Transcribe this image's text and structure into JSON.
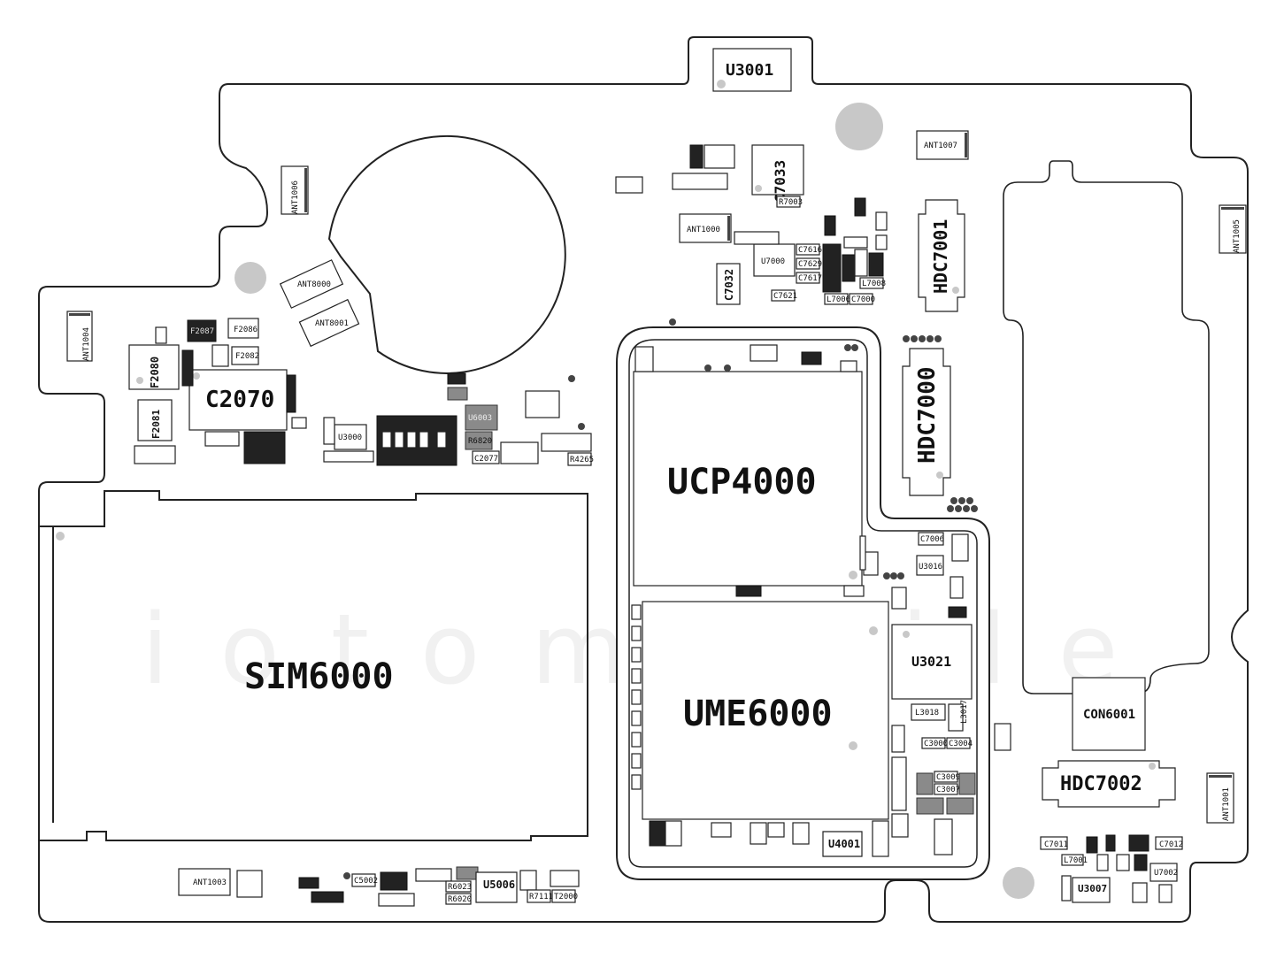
{
  "watermark": "iotomobile",
  "labels": {
    "u3001": "U3001",
    "sim6000": "SIM6000",
    "ucp4000": "UCP4000",
    "ume6000": "UME6000",
    "c2070": "C2070",
    "hdc7000": "HDC7000",
    "hdc7001": "HDC7001",
    "hdc7002": "HDC7002",
    "con6001": "CON6001",
    "u3021": "U3021",
    "c7033": "C7033",
    "c7032": "C7032",
    "u7000": "U7000",
    "f2080": "F2080",
    "f2081": "F2081",
    "u5006": "U5006",
    "u4001": "U4001",
    "u3007": "U3007",
    "u3016": "U3016",
    "u3000": "U3000",
    "l3018": "L3018",
    "ant1000": "ANT1000",
    "ant1001": "ANT1001",
    "ant1003": "ANT1003",
    "ant1004": "ANT1004",
    "ant1005": "ANT1005",
    "ant1006": "ANT1006",
    "ant1007": "ANT1007",
    "ant8000": "ANT8000",
    "ant8001": "ANT8001",
    "c7616": "C7616",
    "c7629": "C7629",
    "c7617": "C7617",
    "c7621": "C7621",
    "c7000": "C7000",
    "l7006": "L7006",
    "l7008": "L7008",
    "r7003": "R7003",
    "c7006": "C7006",
    "c7011": "C7011",
    "c7012": "C7012",
    "u7002": "U7002",
    "l7001": "L7001",
    "f2086": "F2086",
    "f2082": "F2082",
    "f2087": "F2087",
    "c2077": "C2077",
    "r4265": "R4265",
    "r6820": "R6820",
    "u6003": "U6003",
    "c5002": "C5002",
    "r7111": "R7111",
    "t2000": "T2000",
    "r6023": "R6023",
    "r6020": "R6020",
    "c3000": "C3000",
    "c3004": "C3004",
    "c3009": "C3009",
    "c3007": "C3007",
    "l3017": "L3017"
  }
}
